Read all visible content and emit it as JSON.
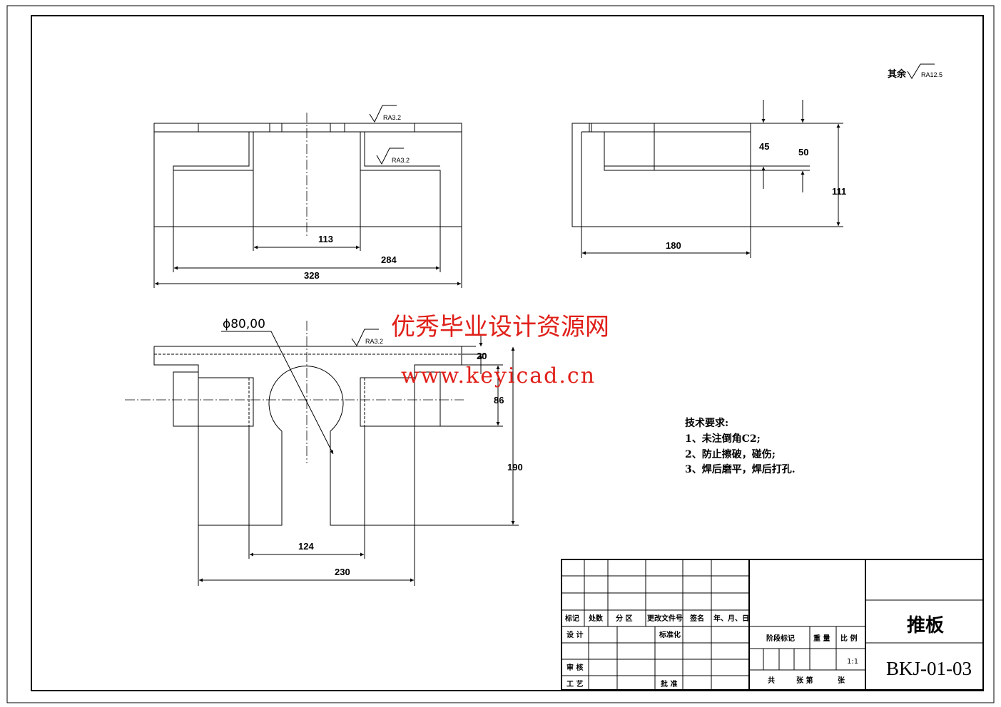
{
  "roughness_general": {
    "label": "其余",
    "value": "RA12.5"
  },
  "roughness_marks": [
    "RA3.2",
    "RA3.2",
    "RA3.2"
  ],
  "dimensions": {
    "top_view": [
      "113",
      "284",
      "328"
    ],
    "side_view": [
      "45",
      "50",
      "111",
      "180"
    ],
    "front_view": [
      "20",
      "86",
      "190",
      "124",
      "230"
    ],
    "diameter": "ϕ80,00"
  },
  "tech_requirements": {
    "title": "技术要求:",
    "items": [
      "1、未注倒角C2;",
      "2、防止擦破，碰伤;",
      "3、焊后磨平，焊后打孔."
    ]
  },
  "watermark": {
    "line1": "优秀毕业设计资源网",
    "line2": "www.keyicad.cn",
    "color": "#e0201a"
  },
  "title_block": {
    "headers": [
      "标记",
      "处数",
      "分 区",
      "更改文件号",
      "签名",
      "年、月、日"
    ],
    "design": "设 计",
    "standardization": "标准化",
    "review": "审 核",
    "process": "工 艺",
    "approve": "批 准",
    "stage_mark": "阶段标记",
    "weight": "重 量",
    "scale_label": "比 例",
    "scale": "1:1",
    "sheets": [
      "共",
      "张 第",
      "张"
    ],
    "part_name": "推板",
    "drawing_no": "BKJ-01-03"
  }
}
